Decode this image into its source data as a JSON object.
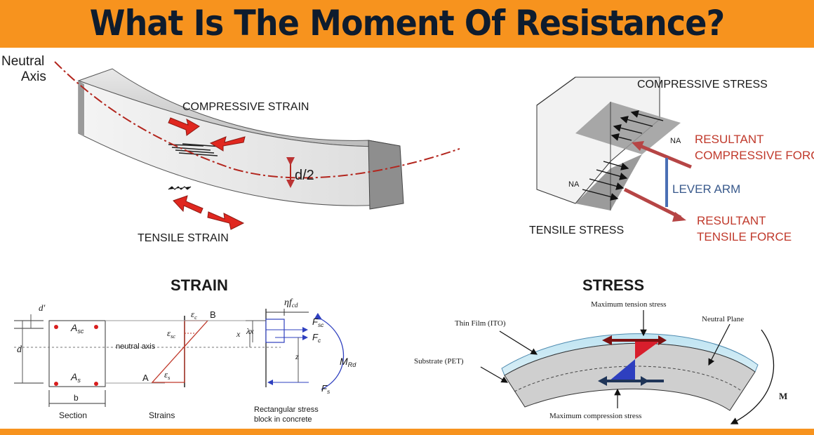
{
  "title": "What Is The Moment Of Resistance?",
  "beam_panel": {
    "neutral_axis_line1": "Neutral",
    "neutral_axis_line2": "Axis",
    "compressive_strain": "COMPRESSIVE STRAIN",
    "tensile_strain": "TENSILE STRAIN",
    "half_depth": "d/2"
  },
  "stress_block_panel": {
    "compressive_stress": "COMPRESSIVE STRESS",
    "tensile_stress": "TENSILE STRESS",
    "resultant_compressive_line1": "RESULTANT",
    "resultant_compressive_line2": "COMPRESSIVE FORCE",
    "resultant_tensile_line1": "RESULTANT",
    "resultant_tensile_line2": "TENSILE FORCE",
    "lever_arm": "LEVER ARM",
    "na_top": "NA",
    "na_left": "NA"
  },
  "strain_panel": {
    "heading": "STRAIN",
    "d_prime": "d′",
    "d": "d",
    "asc": "A",
    "asc_sub": "sc",
    "as": "A",
    "as_sub": "s",
    "b": "b",
    "neutral_axis": "neutral axis",
    "eps_c": "ε",
    "eps_c_sub": "c",
    "eps_sc": "ε",
    "eps_sc_sub": "sc",
    "eps_s": "ε",
    "eps_s_sub": "s",
    "point_a": "A",
    "point_b": "B",
    "section_caption": "Section",
    "strains_caption": "Strains",
    "eta_f": "ηf",
    "eta_f_sub": "cd",
    "x": "x",
    "lambda_x": "λx",
    "f_sc": "F",
    "f_sc_sub": "sc",
    "f_c": "F",
    "f_c_sub": "c",
    "z": "z",
    "m_rd": "M",
    "m_rd_sub": "Rd",
    "f_s": "F",
    "f_s_sub": "s",
    "block_caption_line1": "Rectangular stress",
    "block_caption_line2": "block in concrete"
  },
  "stress_panel": {
    "heading": "STRESS",
    "max_tension": "Maximum tension stress",
    "thin_film": "Thin Film (ITO)",
    "neutral_plane": "Neutral Plane",
    "substrate": "Substrate (PET)",
    "moment": "M",
    "max_compression": "Maximum compression stress"
  },
  "colors": {
    "banner": "#f7931e",
    "title_text": "#0e1c2e",
    "resultant_red": "#c0392b",
    "lever_arm_blue": "#3a5a8c",
    "arrow_red": "#e03a2f",
    "compression_blue": "#2e3fbf"
  }
}
